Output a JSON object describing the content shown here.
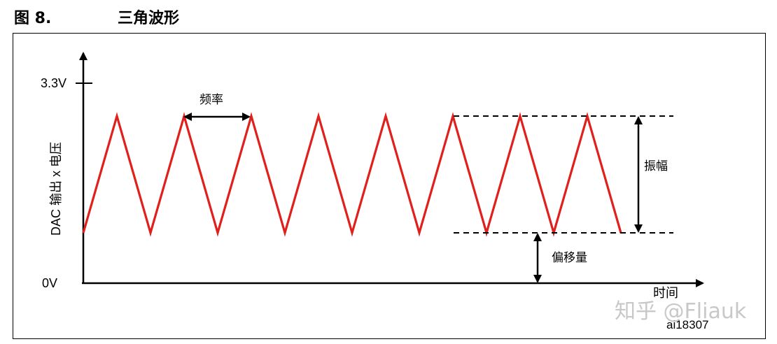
{
  "figure": {
    "number": "图 8.",
    "title": "三角波形"
  },
  "diagram": {
    "y_axis_label": "DAC 输出 x 电压",
    "x_axis_label": "时间",
    "y_top_tick": "3.3V",
    "y_bottom_tick": "0V",
    "frequency_label": "频率",
    "amplitude_label": "振幅",
    "offset_label": "偏移量",
    "figure_id": "ai18307",
    "watermark": "知乎 @Fliauk",
    "wave_color": "#e0201b",
    "peak_count": 8
  }
}
